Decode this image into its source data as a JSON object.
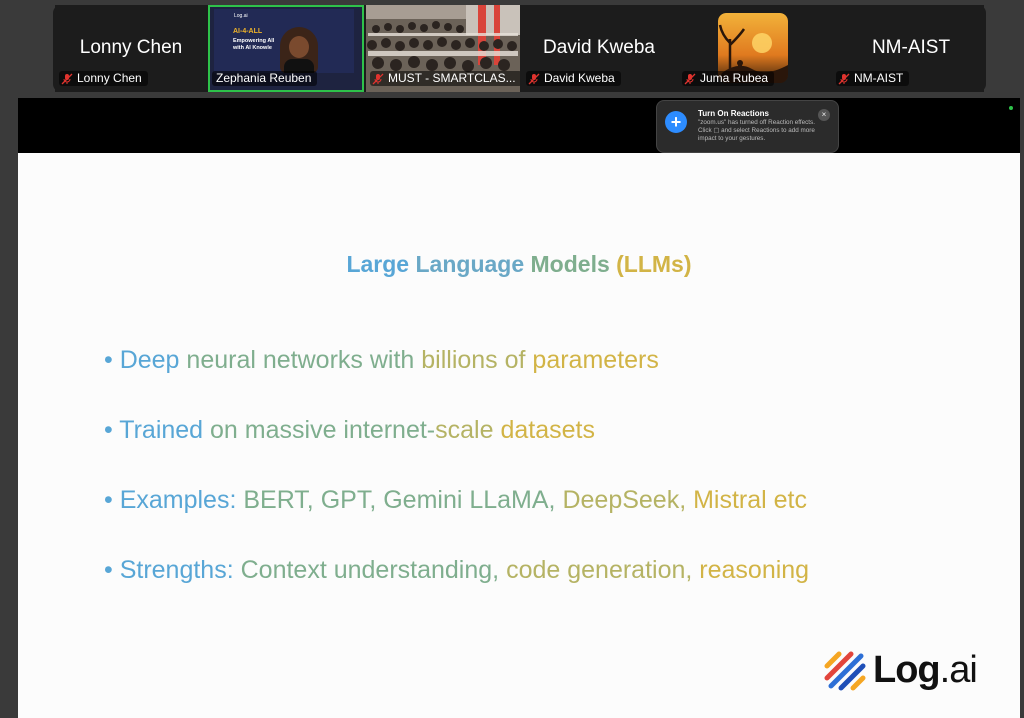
{
  "participants": [
    {
      "display_name": "Lonny Chen",
      "tag": "Lonny Chen",
      "muted": true
    },
    {
      "display_name": "",
      "tag": "Zephania Reuben",
      "muted": false,
      "active_speaker": true,
      "thumb_text": {
        "brand": "Log.ai",
        "title": "AI-4-ALL",
        "line1": "Empowering All",
        "line2": "with AI Knowle"
      }
    },
    {
      "display_name": "",
      "tag": "MUST - SMARTCLAS...",
      "muted": true
    },
    {
      "display_name": "David Kweba",
      "tag": "David Kweba",
      "muted": true
    },
    {
      "display_name": "",
      "tag": "Juma Rubea",
      "muted": true
    },
    {
      "display_name": "NM-AIST",
      "tag": "NM-AIST",
      "muted": true
    }
  ],
  "toast": {
    "title": "Turn On Reactions",
    "body": "\"zoom.us\" has turned off Reaction effects. Click ▢ and select Reactions to add more impact to your gestures.",
    "close": "×"
  },
  "slide": {
    "title_parts": [
      "Large ",
      "Language ",
      "Models ",
      "(LLMs)"
    ],
    "bullets": [
      [
        "• Deep ",
        "neural networks with ",
        "billions of ",
        "parameters"
      ],
      [
        "• Trained ",
        "on massive internet-",
        "scale ",
        "datasets"
      ],
      [
        "• Examples: ",
        "BERT, GPT, Gemini LLaMA, ",
        "DeepSeek, ",
        "Mistral etc"
      ],
      [
        "• Strengths: ",
        "Context understanding, ",
        "code generation, ",
        "reasoning"
      ]
    ],
    "logo": {
      "brand": "Log",
      "suffix": ".ai"
    }
  },
  "colors": {
    "blue": "#58a6d6",
    "sage": "#7fae8e",
    "olive": "#b5b364",
    "gold": "#d2b446",
    "active_border": "#2ec24a"
  }
}
